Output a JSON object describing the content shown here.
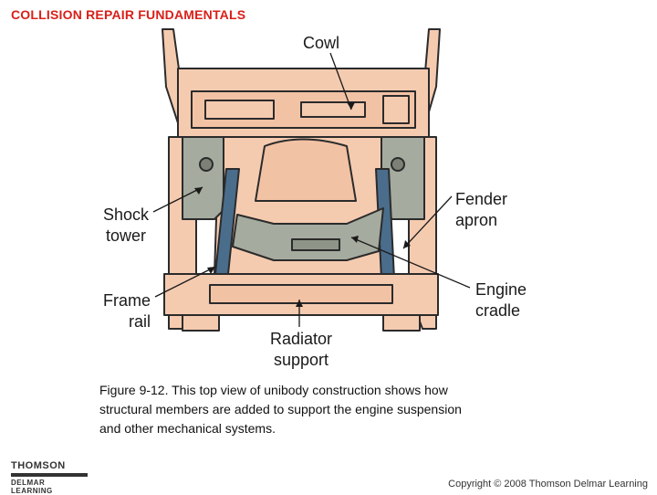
{
  "header": {
    "title": "COLLISION REPAIR FUNDAMENTALS",
    "title_color": "#d8201a"
  },
  "labels": {
    "cowl": "Cowl",
    "shock_tower_1": "Shock",
    "shock_tower_2": "tower",
    "fender_apron_1": "Fender",
    "fender_apron_2": "apron",
    "frame_rail_1": "Frame",
    "frame_rail_2": "rail",
    "engine_cradle_1": "Engine",
    "engine_cradle_2": "cradle",
    "radiator_support_1": "Radiator",
    "radiator_support_2": "support"
  },
  "caption": {
    "line1": "Figure 9-12.  This top view of unibody construction shows how",
    "line2": "structural members are added to support the engine suspension",
    "line3": "and other mechanical systems."
  },
  "footer": {
    "logo_line1": "THOMSON",
    "logo_line2": "DELMAR LEARNING",
    "copyright": "Copyright © 2008 Thomson Delmar Learning"
  },
  "colors": {
    "body_fill": "#f5cbb0",
    "gray_part": "#a5ab9f",
    "blue_rail": "#4a6d8c",
    "outline": "#2b2b2b"
  }
}
